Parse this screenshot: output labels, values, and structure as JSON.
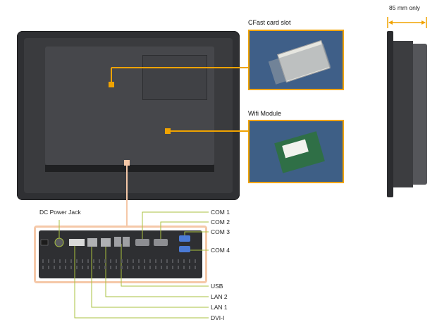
{
  "labels": {
    "cfast": "CFast card slot",
    "wifi": "Wifi Module",
    "depth": "85 mm only",
    "dc_power": "DC Power Jack",
    "com1": "COM 1",
    "com2": "COM 2",
    "com3": "COM 3",
    "com4": "COM 4",
    "usb": "USB",
    "lan2": "LAN 2",
    "lan1": "LAN 1",
    "dvi": "DVI-I"
  },
  "colors": {
    "callout_orange": "#f0a300",
    "connector_green": "#a9c23f",
    "panel_dark": "#2a2b2e",
    "io_bracket": "#f5c8a8"
  }
}
